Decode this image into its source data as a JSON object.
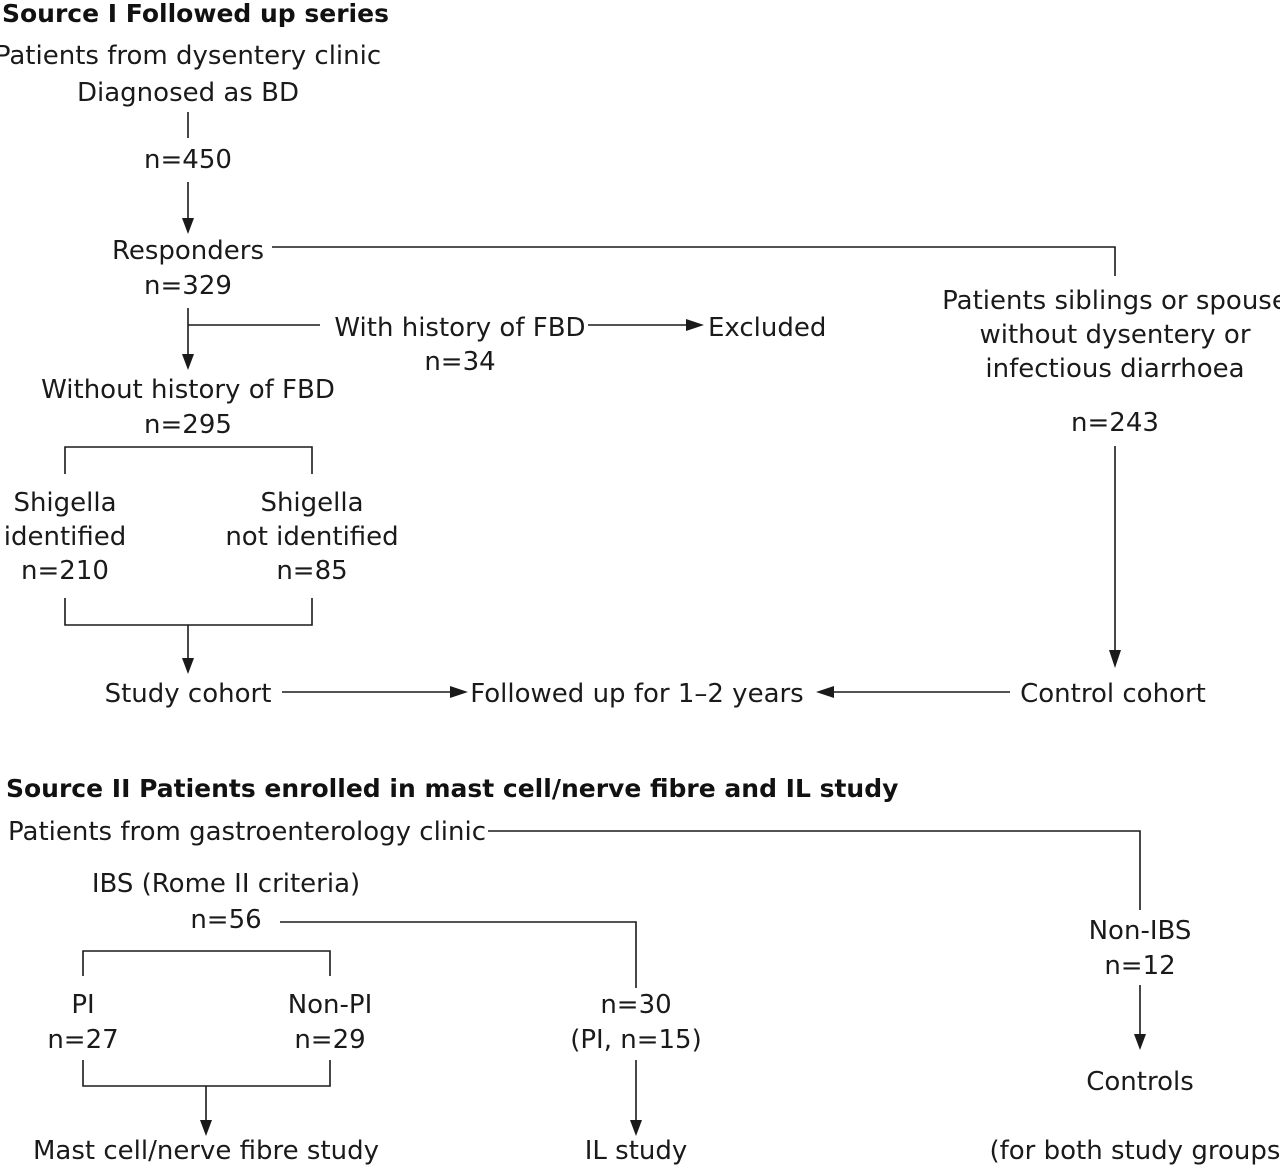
{
  "source1": {
    "heading": "Source I Followed up series",
    "clinic_line1": "Patients from dysentery clinic",
    "clinic_line2": "Diagnosed as BD",
    "n450": "n=450",
    "responders": "Responders",
    "n329": "n=329",
    "with_history": "With history of FBD",
    "n34": "n=34",
    "excluded": "Excluded",
    "without_history": "Without history of FBD",
    "n295": "n=295",
    "shig_id_line1": "Shigella",
    "shig_id_line2": "identified",
    "n210": "n=210",
    "shig_not_line1": "Shigella",
    "shig_not_line2": "not identified",
    "n85": "n=85",
    "siblings_line1": "Patients siblings or spouse",
    "siblings_line2": "without dysentery or",
    "siblings_line3": "infectious diarrhoea",
    "n243": "n=243",
    "study_cohort": "Study cohort",
    "followed_up": "Followed up for 1–2 years",
    "control_cohort": "Control cohort"
  },
  "source2": {
    "heading": "Source II Patients enrolled in mast cell/nerve fibre and IL study",
    "clinic": "Patients from gastroenterology clinic",
    "ibs": "IBS (Rome II criteria)",
    "n56": "n=56",
    "pi": "PI",
    "n27": "n=27",
    "non_pi": "Non-PI",
    "n29": "n=29",
    "n30": "n=30",
    "pi15": "(PI, n=15)",
    "non_ibs": "Non-IBS",
    "n12": "n=12",
    "controls": "Controls",
    "controls_note": "(for both study groups)",
    "mast_cell": "Mast cell/nerve fibre study",
    "il_study": "IL study"
  }
}
